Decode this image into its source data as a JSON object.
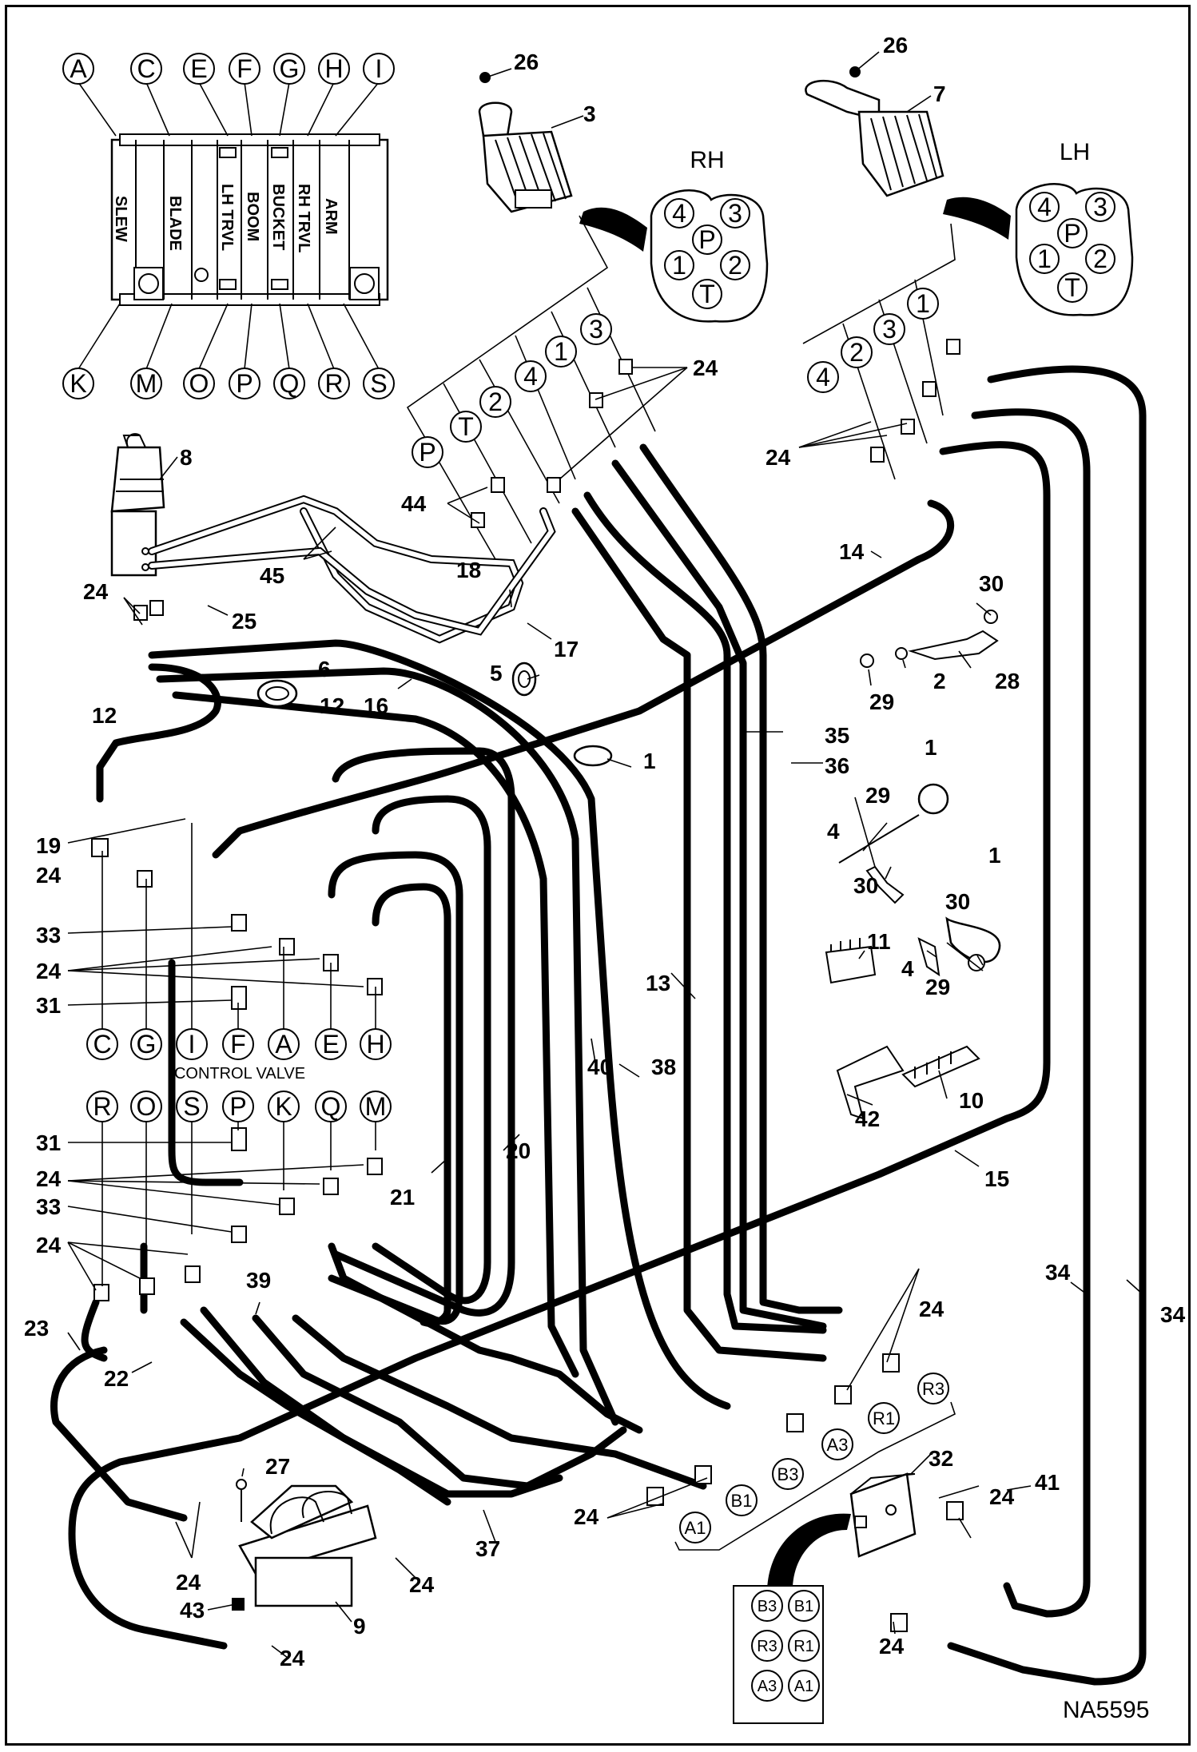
{
  "drawing_code": "NA5595",
  "valve_top_ports": [
    "A",
    "C",
    "E",
    "F",
    "G",
    "H",
    "I"
  ],
  "valve_bottom_ports": [
    "K",
    "M",
    "O",
    "P",
    "Q",
    "R",
    "S"
  ],
  "valve_sections": [
    "SLEW",
    "BLADE",
    "LH TRVL",
    "BOOM",
    "BUCKET",
    "RH TRVL",
    "ARM"
  ],
  "rh_label": "RH",
  "lh_label": "LH",
  "joystick_ports_rh": [
    "4",
    "3",
    "P",
    "1",
    "2",
    "T"
  ],
  "joystick_ports_lh": [
    "4",
    "3",
    "P",
    "1",
    "2",
    "T"
  ],
  "rh_hose_tags": [
    "P",
    "T",
    "2",
    "4",
    "1",
    "3"
  ],
  "lh_hose_tags": [
    "4",
    "2",
    "3",
    "1"
  ],
  "cv_row1": [
    "C",
    "G",
    "I",
    "F",
    "A",
    "E",
    "H"
  ],
  "cv_row2": [
    "R",
    "O",
    "S",
    "P",
    "K",
    "Q",
    "M"
  ],
  "control_valve_label": "CONTROL VALVE",
  "block_ports_right": [
    "R3",
    "R1",
    "A3"
  ],
  "block_ports_left": [
    "B3",
    "B1",
    "A1"
  ],
  "pattern_grid": [
    "B3",
    "B1",
    "R3",
    "R1",
    "A3",
    "A1"
  ],
  "callouts": {
    "c26a": "26",
    "c3": "3",
    "c26b": "26",
    "c7": "7",
    "c8": "8",
    "c24a": "24",
    "c24b": "24",
    "c24c": "24",
    "c44": "44",
    "c18": "18",
    "c45": "45",
    "c25": "25",
    "c6": "6",
    "c5": "5",
    "c17": "17",
    "c16": "16",
    "c12a": "12",
    "c12b": "12",
    "c14": "14",
    "c30a": "30",
    "c2": "2",
    "c28": "28",
    "c29a": "29",
    "c1a": "1",
    "c35": "35",
    "c36": "36",
    "c1b": "1",
    "c29b": "29",
    "c4a": "4",
    "c30b": "30",
    "c1c": "1",
    "c30c": "30",
    "c11": "11",
    "c4b": "4",
    "c29c": "29",
    "c19": "19",
    "c24d": "24",
    "c33a": "33",
    "c24e": "24",
    "c31a": "31",
    "c13": "13",
    "c40": "40",
    "c38": "38",
    "c20": "20",
    "c42": "42",
    "c10": "10",
    "c31b": "31",
    "c24f": "24",
    "c33b": "33",
    "c21": "21",
    "c15": "15",
    "c24g": "24",
    "c39": "39",
    "c34a": "34",
    "c34b": "34",
    "c23": "23",
    "c22": "22",
    "c24h": "24",
    "c32": "32",
    "c27": "27",
    "c41": "41",
    "c24i": "24",
    "c37": "37",
    "c24j": "24",
    "c24k": "24",
    "c43": "43",
    "c9": "9",
    "c24l": "24",
    "c24m": "24",
    "c24n": "24"
  }
}
